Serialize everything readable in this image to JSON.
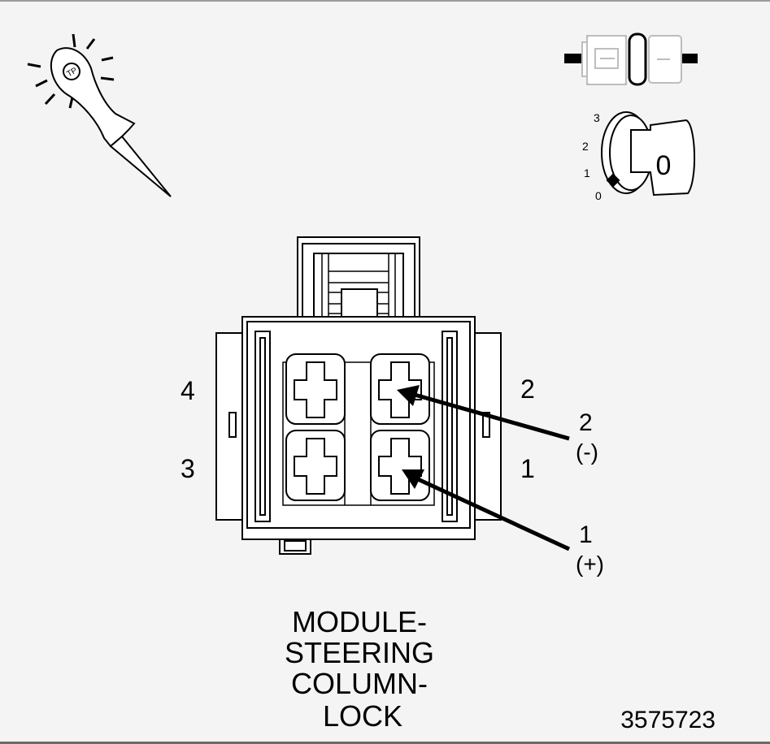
{
  "diagram": {
    "title_lines": [
      "MODULE-",
      "STEERING",
      "COLUMN-",
      "LOCK"
    ],
    "figure_number": "3575723",
    "cavity_labels": {
      "left_top": "4",
      "left_bottom": "3",
      "right_top": "2",
      "right_bottom": "1"
    },
    "callouts": [
      {
        "pin": "2",
        "polarity": "(-)"
      },
      {
        "pin": "1",
        "polarity": "(+)"
      }
    ],
    "ignition": {
      "positions": [
        "3",
        "2",
        "1",
        "0"
      ],
      "key_label": "0"
    },
    "probe_icon": "test-probe-icon",
    "connector_icon": "disconnected-connector-icon",
    "colors": {
      "background": "#f4f4f4",
      "line": "#000000",
      "fill": "#ffffff"
    }
  }
}
